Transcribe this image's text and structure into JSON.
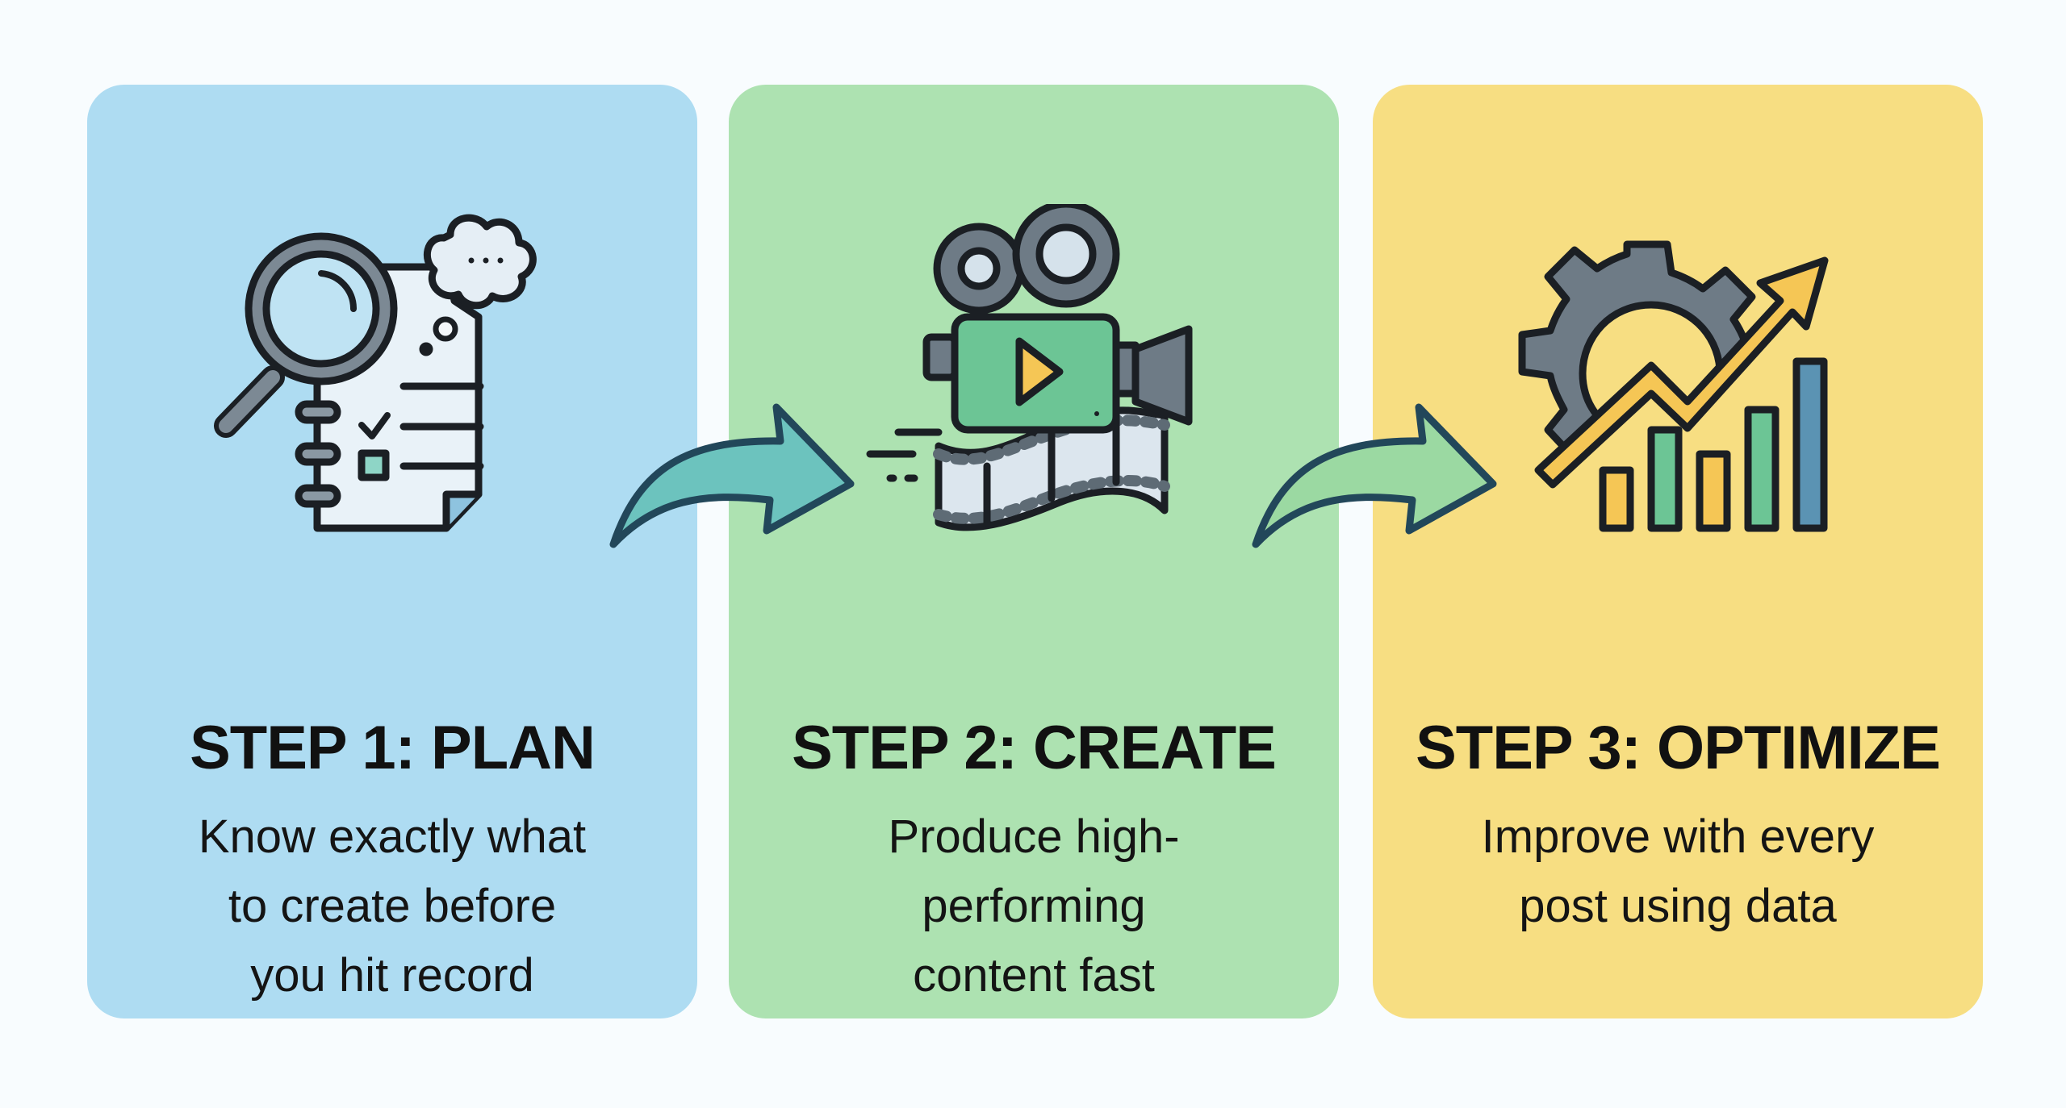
{
  "steps": [
    {
      "title": "STEP 1: PLAN",
      "description_lines": [
        "Know exactly what",
        "to create before",
        "you hit record"
      ],
      "icon": "plan-document-magnifier-icon",
      "color": "#AEDCF2"
    },
    {
      "title": "STEP 2: CREATE",
      "description_lines": [
        "Produce high-",
        "performing",
        "content fast"
      ],
      "icon": "video-camera-film-icon",
      "color": "#ADE2B1"
    },
    {
      "title": "STEP 3: OPTIMIZE",
      "description_lines": [
        "Improve with every",
        "post using data"
      ],
      "icon": "gear-growth-chart-icon",
      "color": "#F7DE82"
    }
  ],
  "connectors": [
    {
      "from": "STEP 1: PLAN",
      "to": "STEP 2: CREATE",
      "icon": "curved-arrow-right-icon",
      "color": "#6CC3BE"
    },
    {
      "from": "STEP 2: CREATE",
      "to": "STEP 3: OPTIMIZE",
      "icon": "curved-arrow-right-icon",
      "color": "#9BD9A2"
    }
  ],
  "colors": {
    "background": "#F8FCFE",
    "outline": "#1B1F24",
    "gray": "#6E7B86",
    "accent_yellow": "#F5C655",
    "accent_green": "#6CC595",
    "accent_blue": "#5B93B3"
  }
}
